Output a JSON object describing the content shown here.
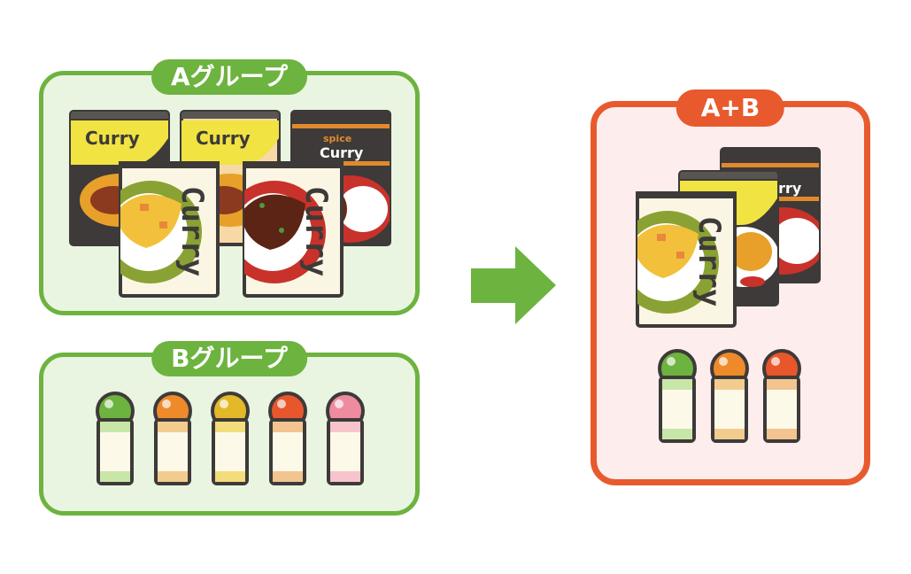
{
  "colors": {
    "green": "#6db33f",
    "green_bg": "#e9f5e1",
    "red": "#e85a2e",
    "red_bg": "#fdeeed"
  },
  "group_a": {
    "label": "Aグループ"
  },
  "group_b": {
    "label": "Bグループ"
  },
  "result": {
    "label": "A+B"
  },
  "products": {
    "curry_label": "Curry",
    "spice_label": "spice"
  },
  "icons": {
    "arrow": "arrow-right-icon",
    "box": "curry-box-icon",
    "bottle": "spice-bottle-icon"
  },
  "bottles": {
    "group_b": [
      "green",
      "orange",
      "yellow",
      "red-orange",
      "pink"
    ],
    "result": [
      "green",
      "orange",
      "red-orange"
    ]
  }
}
